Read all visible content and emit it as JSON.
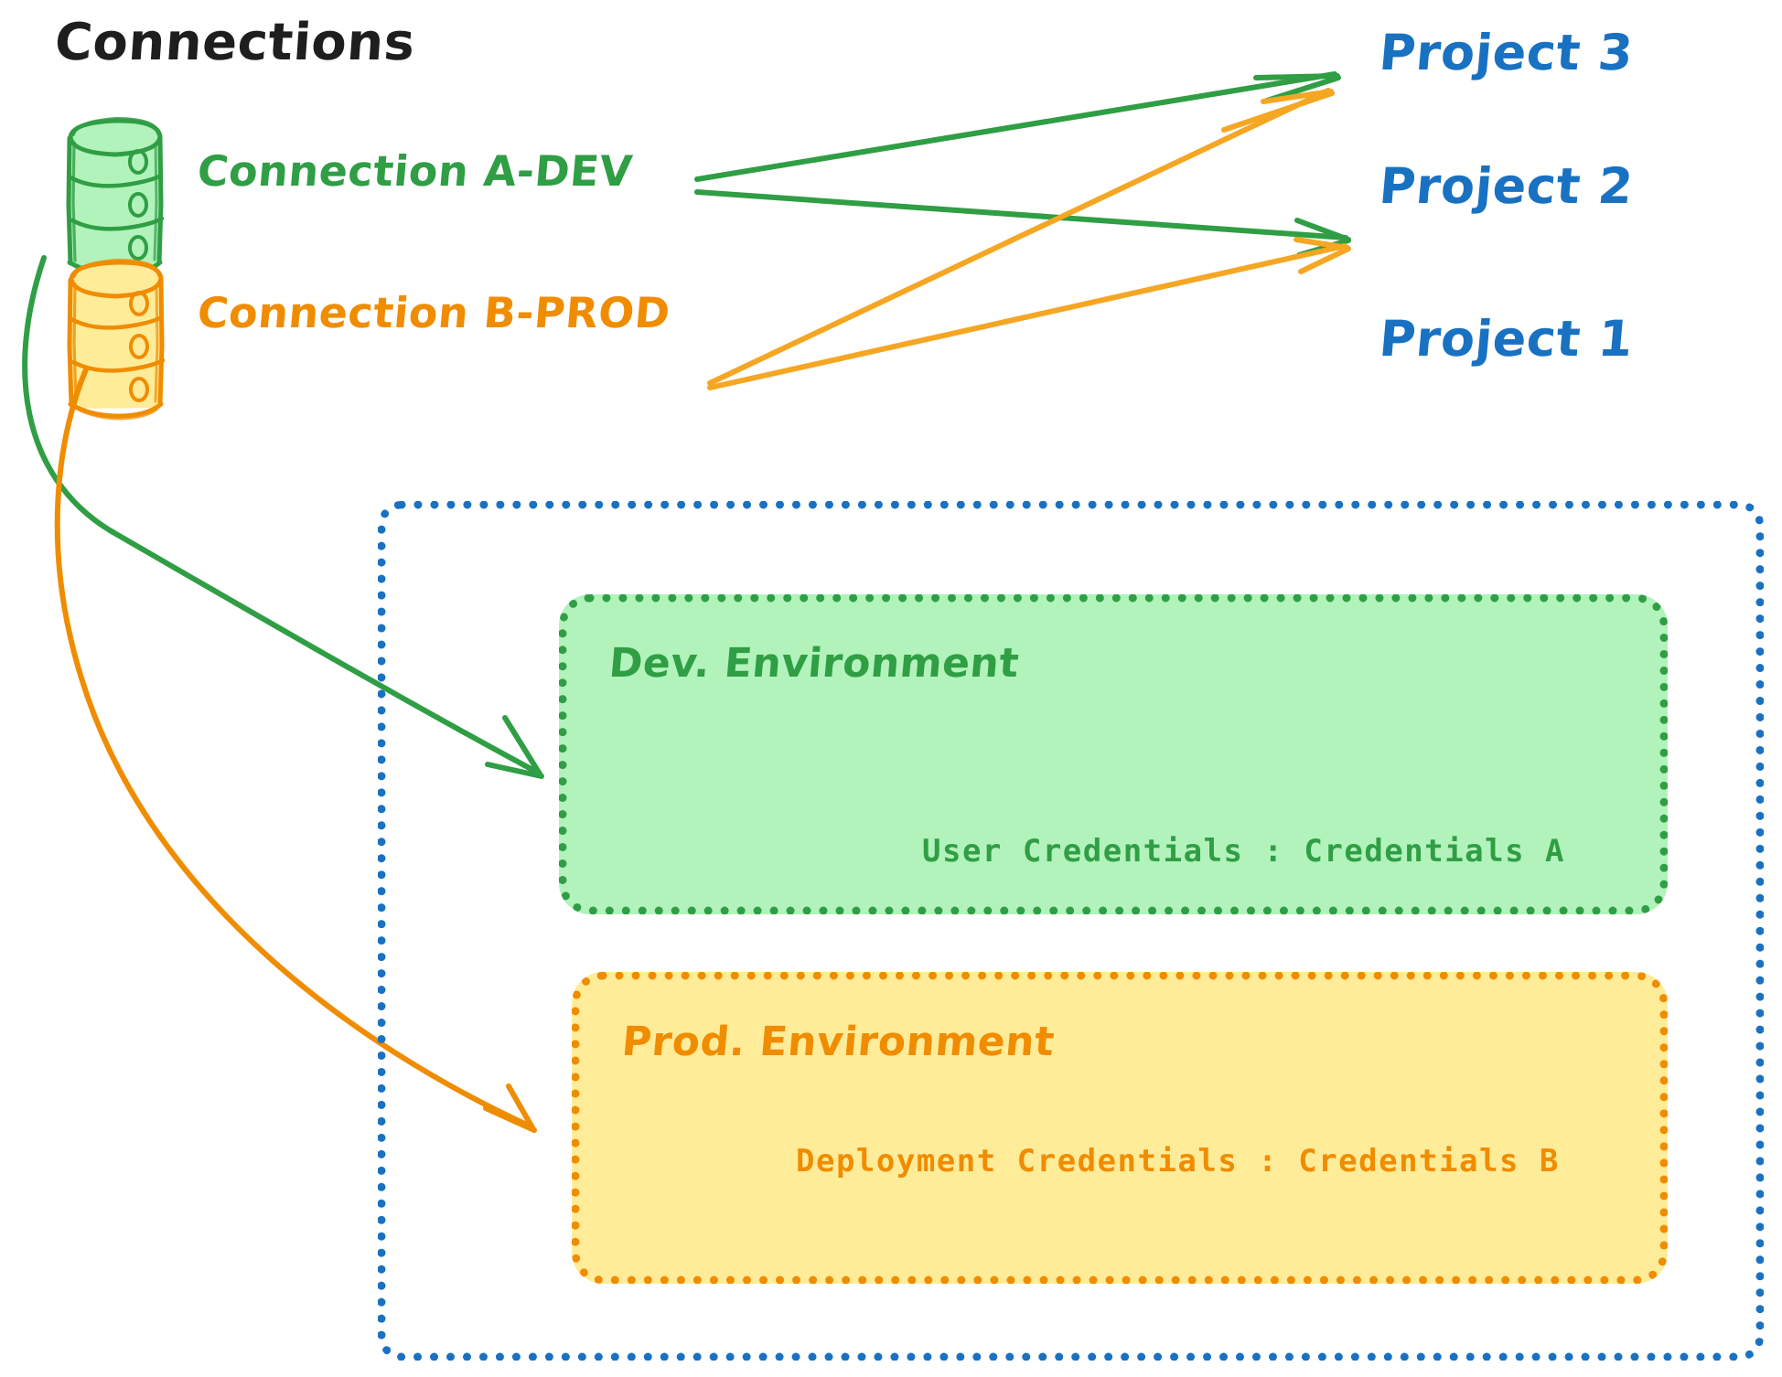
{
  "meta": {
    "title": "Connections",
    "colors": {
      "green": "#2f9e44",
      "green_fill": "#b2f2bb",
      "orange": "#f08c00",
      "orange_fill": "#ffec99",
      "blue": "#1971c2",
      "ink": "#1e1e1e",
      "background": "#ffffff"
    }
  },
  "connections": [
    {
      "id": "a-dev",
      "label": "Connection A-DEV",
      "icon": "database-cylinder-icon",
      "color": "#2f9e44"
    },
    {
      "id": "b-prod",
      "label": "Connection B-PROD",
      "icon": "database-cylinder-icon",
      "color": "#f08c00"
    }
  ],
  "projects": [
    {
      "id": "project-3",
      "label": "Project 3"
    },
    {
      "id": "project-2",
      "label": "Project 2"
    },
    {
      "id": "project-1",
      "label": "Project 1"
    }
  ],
  "project1": {
    "label": "Project 1",
    "environments": [
      {
        "id": "dev",
        "name": "Dev. Environment",
        "credential_label": "User Credentials",
        "credential_separator": ":",
        "credential_value": "Credentials A",
        "credential_line": "User Credentials : Credentials A",
        "color": "#2f9e44",
        "fill": "#b2f2bb"
      },
      {
        "id": "prod",
        "name": "Prod. Environment",
        "credential_label": "Deployment Credentials",
        "credential_separator": ":",
        "credential_value": "Credentials B",
        "credential_line": "Deployment Credentials : Credentials B",
        "color": "#f08c00",
        "fill": "#ffec99"
      }
    ]
  },
  "edges": [
    {
      "id": "a-dev-to-project-3",
      "from": "Connection A-DEV",
      "to": "Project 3",
      "color": "#2f9e44"
    },
    {
      "id": "a-dev-to-project-2",
      "from": "Connection A-DEV",
      "to": "Project 2",
      "color": "#2f9e44"
    },
    {
      "id": "a-dev-to-dev-env",
      "from": "Connection A-DEV",
      "to": "Dev. Environment",
      "color": "#2f9e44"
    },
    {
      "id": "b-prod-to-project-3",
      "from": "Connection B-PROD",
      "to": "Project 3",
      "color": "#f08c00"
    },
    {
      "id": "b-prod-to-project-2",
      "from": "Connection B-PROD",
      "to": "Project 2",
      "color": "#f08c00"
    },
    {
      "id": "b-prod-to-prod-env",
      "from": "Connection B-PROD",
      "to": "Prod. Environment",
      "color": "#f08c00"
    }
  ]
}
